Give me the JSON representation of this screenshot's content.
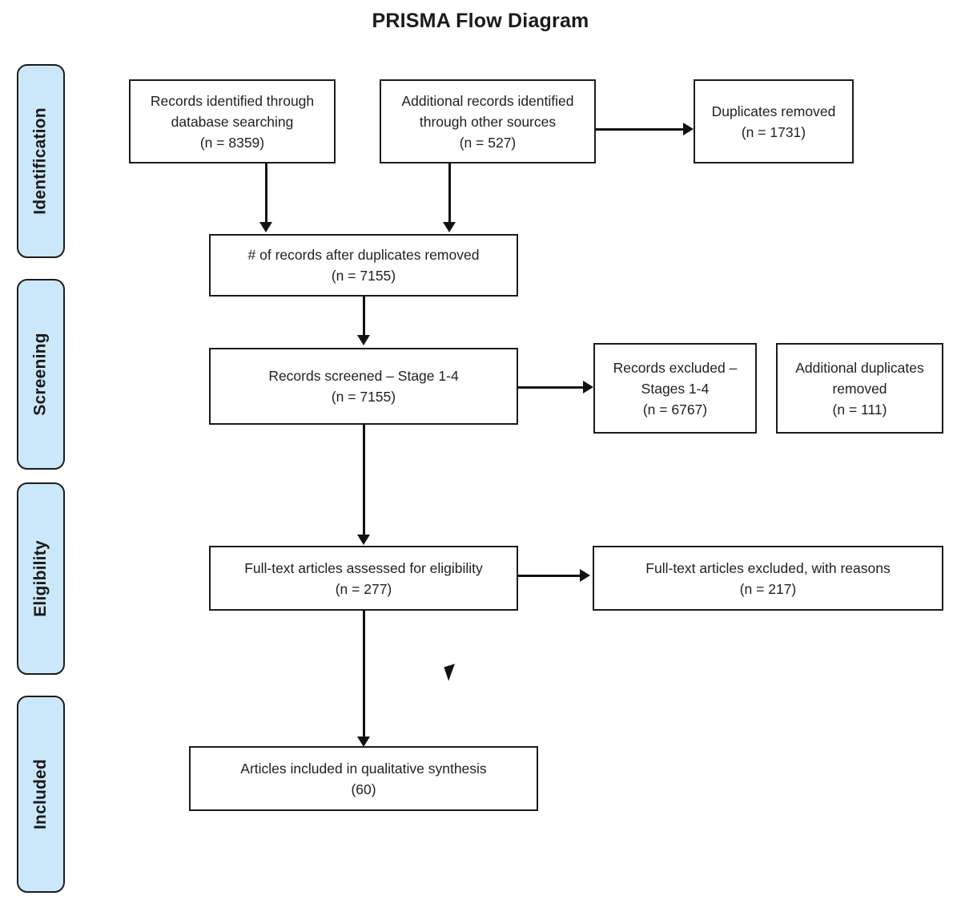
{
  "title": "PRISMA Flow Diagram",
  "stages": [
    {
      "id": "identification",
      "label": "Identification"
    },
    {
      "id": "screening",
      "label": "Screening"
    },
    {
      "id": "eligibility",
      "label": "Eligibility"
    },
    {
      "id": "included",
      "label": "Included"
    }
  ],
  "boxes": {
    "db_search": {
      "l1": "Records identified through",
      "l2": "database searching",
      "l3": "(n = 8359)"
    },
    "other_sources": {
      "l1": "Additional records identified",
      "l2": "through other sources",
      "l3": "(n = 527)"
    },
    "duplicates": {
      "l1": "Duplicates removed",
      "l2": "(n = 1731)"
    },
    "after_duplicates": {
      "l1": "# of records after duplicates removed",
      "l2": "(n = 7155)"
    },
    "screened": {
      "l1": "Records screened – Stage 1-4",
      "l2": "(n = 7155)"
    },
    "excluded": {
      "l1": "Records excluded –",
      "l2": "Stages 1-4",
      "l3": "(n = 6767)"
    },
    "addl_duplicates": {
      "l1": "Additional duplicates",
      "l2": "removed",
      "l3": "(n = 111)"
    },
    "fulltext": {
      "l1": "Full-text articles assessed for eligibility",
      "l2": "(n = 277)"
    },
    "fulltext_excluded": {
      "l1": "Full-text articles excluded, with reasons",
      "l2": "(n = 217)"
    },
    "included_final": {
      "l1": "Articles included in qualitative synthesis",
      "l2": "(60)"
    }
  },
  "colors": {
    "stage_fill": "#cbe8fb",
    "stroke": "#1b1b1b",
    "background": "#ffffff",
    "text": "#1a1a1a"
  }
}
